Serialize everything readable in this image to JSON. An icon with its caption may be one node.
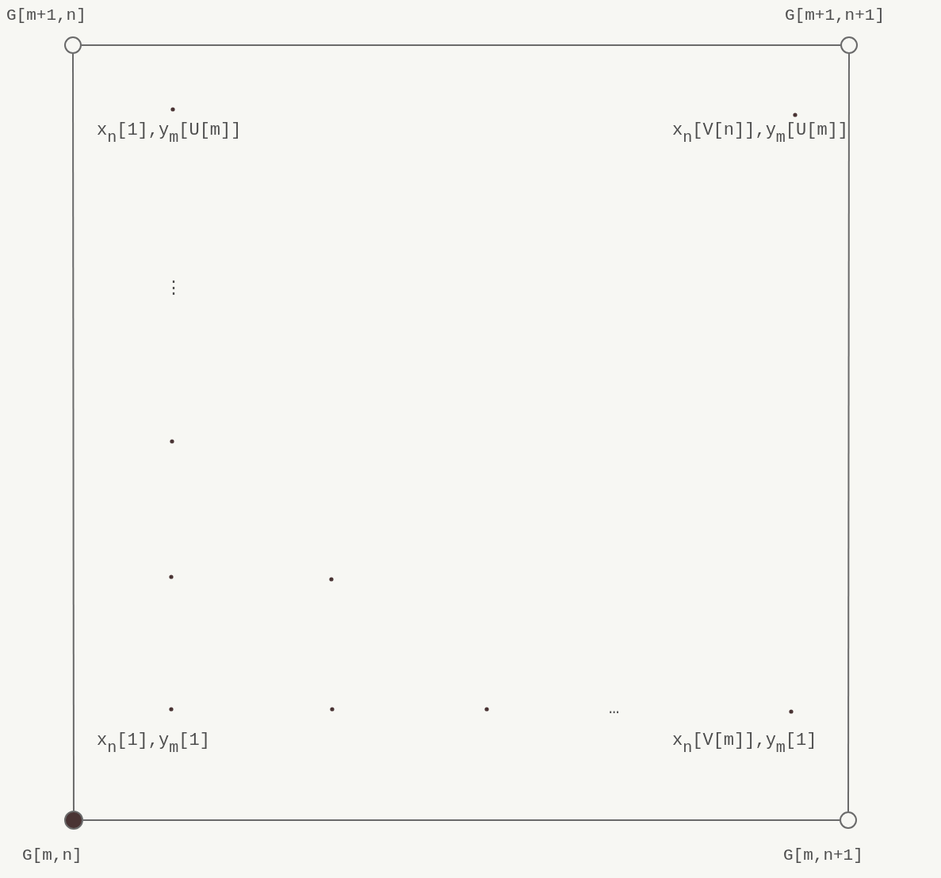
{
  "diagram": {
    "nodes": [
      {
        "text": [],
        "shape": "circle",
        "beside": [
          "G[m+1,n]"
        ]
      },
      {
        "text": [],
        "shape": "circle",
        "beside": [
          "G[m+1,n+1]"
        ]
      },
      {
        "text": [],
        "shape": "dot",
        "beside": [
          "G[m,n]"
        ]
      },
      {
        "text": [],
        "shape": "circle",
        "beside": [
          "G[m,n+1]"
        ]
      }
    ],
    "edges": [
      {
        "from": 0,
        "to": 1,
        "arrow": "none"
      },
      {
        "from": 1,
        "to": 3,
        "arrow": "none"
      },
      {
        "from": 2,
        "to": 3,
        "arrow": "none"
      },
      {
        "from": 0,
        "to": 2,
        "arrow": "none"
      }
    ],
    "labels": [
      "x$_{n}$[1],y$_{m}$[U[m]]",
      "x$_{n}$[V[n]],y$_{m}$[U[m]]",
      "⋮",
      "…",
      "x$_{n}$[1],y$_{m}$[1]",
      "x$_{n}$[V[m]],y$_{m}$[1]"
    ]
  }
}
